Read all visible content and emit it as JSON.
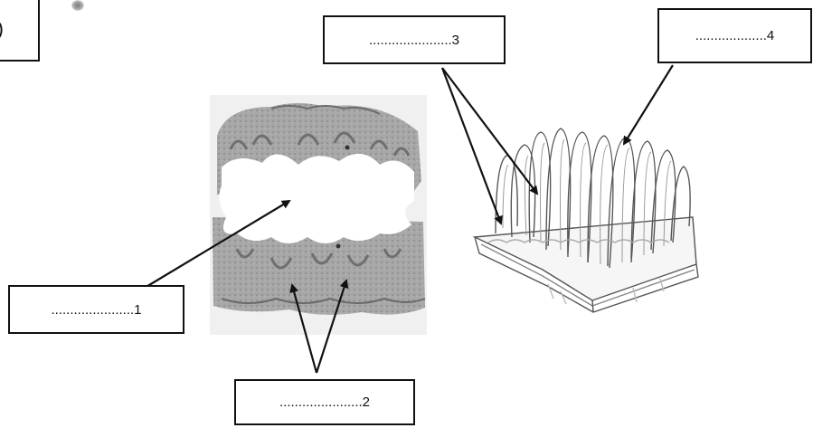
{
  "corner_box": {
    "text": ")"
  },
  "labels": [
    {
      "id": "1",
      "text": "......................1"
    },
    {
      "id": "2",
      "text": "......................2"
    },
    {
      "id": "3",
      "text": "......................3"
    },
    {
      "id": "4",
      "text": "...................4"
    }
  ],
  "colors": {
    "ink": "#111111",
    "tissue": "#8a8a8a",
    "tissue_light": "#c9c9c9"
  },
  "icons": {
    "smudge": "ink-smudge"
  }
}
